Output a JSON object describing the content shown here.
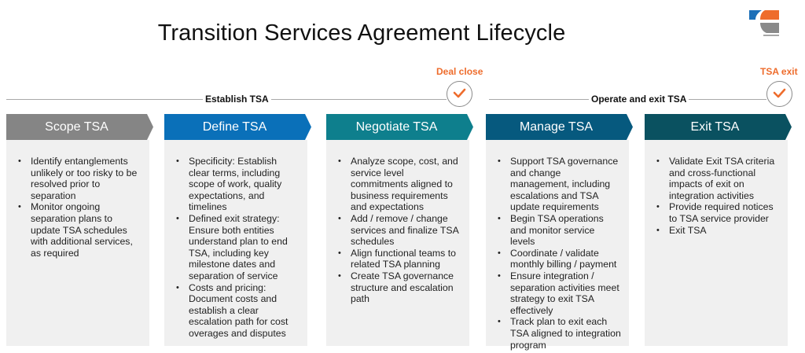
{
  "title": "Transition Services Agreement Lifecycle",
  "logo": {
    "icon": "company-logo-icon",
    "colors": [
      "#1c6fb8",
      "#ee6c2c",
      "#8a8a8a"
    ]
  },
  "milestones": [
    {
      "label": "Deal close",
      "icon": "checkmark-icon"
    },
    {
      "label": "TSA exit",
      "icon": "checkmark-icon"
    }
  ],
  "phases": [
    {
      "label": "Establish TSA"
    },
    {
      "label": "Operate and exit TSA"
    }
  ],
  "colors": {
    "accent": "#ee6c2c",
    "scope": "#858585",
    "define": "#0a70b9",
    "negotiate": "#0e7f8d",
    "manage": "#06597e",
    "exit": "#0a5160",
    "card_bg": "#f0f0f0"
  },
  "stages": [
    {
      "title": "Scope TSA",
      "bullets": [
        "Identify entanglements unlikely or too risky to be resolved prior to separation",
        "Monitor ongoing separation plans to update TSA schedules with additional services, as required"
      ]
    },
    {
      "title": "Define TSA",
      "bullets": [
        "Specificity: Establish clear terms, including scope of work, quality expectations, and timelines",
        "Defined exit strategy: Ensure both entities understand plan to end TSA, including key milestone dates and separation of service",
        "Costs and pricing: Document costs and establish a clear escalation path for cost overages and disputes"
      ]
    },
    {
      "title": "Negotiate TSA",
      "bullets": [
        "Analyze scope, cost, and service level commitments aligned to business requirements and expectations",
        "Add / remove / change services and finalize TSA schedules",
        "Align functional teams to related TSA planning",
        "Create TSA governance structure and escalation path"
      ]
    },
    {
      "title": "Manage TSA",
      "bullets": [
        "Support TSA governance and change management, including escalations and TSA update requirements",
        "Begin TSA operations and monitor service levels",
        "Coordinate / validate monthly billing / payment",
        "Ensure integration / separation activities meet strategy to exit TSA effectively",
        "Track plan to exit each TSA aligned to integration program"
      ]
    },
    {
      "title": "Exit TSA",
      "bullets": [
        "Validate Exit TSA criteria and cross-functional impacts of exit on integration activities",
        "Provide required notices to TSA service provider",
        "Exit TSA"
      ]
    }
  ]
}
